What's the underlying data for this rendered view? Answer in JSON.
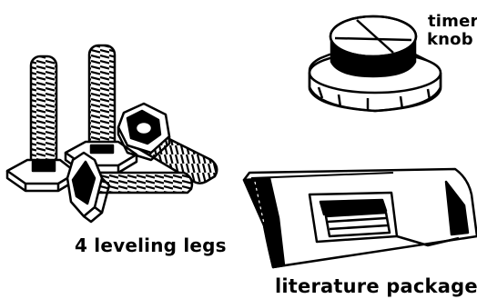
{
  "labels": {
    "leveling_legs": "4 leveling legs",
    "literature_package": "literature package",
    "timer_knob_line1": "timer",
    "timer_knob_line2": "knob"
  },
  "colors": {
    "ink": "#000000",
    "paper": "#ffffff"
  }
}
